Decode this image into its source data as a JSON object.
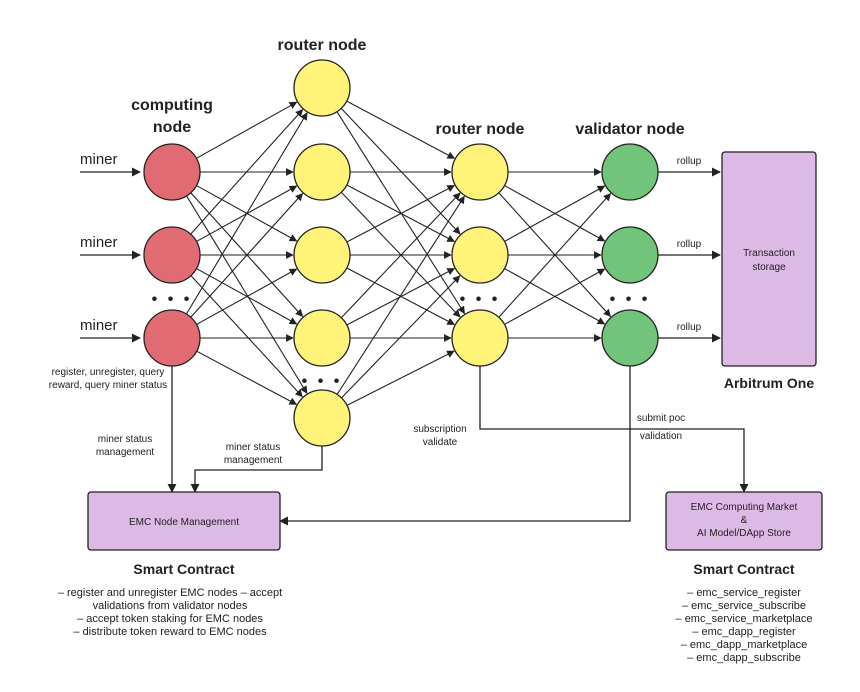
{
  "titles": {
    "computing_line1": "computing",
    "computing_line2": "node",
    "router_top": "router node",
    "router_mid": "router node",
    "validator": "validator node"
  },
  "miners": [
    "miner",
    "miner",
    "miner"
  ],
  "ellipsis": "• • •",
  "rollup": [
    "rollup",
    "rollup",
    "rollup"
  ],
  "transaction_storage": {
    "line1": "Transaction",
    "line2": "storage",
    "caption": "Arbitrum One"
  },
  "computing_ops": {
    "line1": "register, unregister, query",
    "line2": "reward, query miner status"
  },
  "miner_status_left": {
    "line1": "miner status",
    "line2": "management"
  },
  "miner_status_right": {
    "line1": "miner status",
    "line2": "management"
  },
  "subscription": {
    "line1": "subscription",
    "line2": "validate"
  },
  "submit_poc": {
    "line1": "submit poc",
    "line2": "validation"
  },
  "node_management": {
    "label": "EMC Node Management",
    "heading": "Smart Contract",
    "items": [
      "– register and unregister EMC nodes    – accept",
      "validations from validator nodes",
      "– accept token staking for EMC nodes",
      "– distribute token reward to EMC nodes"
    ]
  },
  "market": {
    "line1": "EMC Computing Market",
    "line2": "&",
    "line3": "AI Model/DApp Store",
    "heading": "Smart Contract",
    "items": [
      "– emc_service_register",
      "– emc_service_subscribe",
      "– emc_service_marketplace",
      "– emc_dapp_register",
      "– emc_dapp_marketplace",
      "– emc_dapp_subscribe"
    ]
  },
  "colors": {
    "computing": "#E06B73",
    "router": "#FFF37A",
    "validator": "#72C47A",
    "box": "#DDBAE6",
    "stroke": "#222222"
  }
}
